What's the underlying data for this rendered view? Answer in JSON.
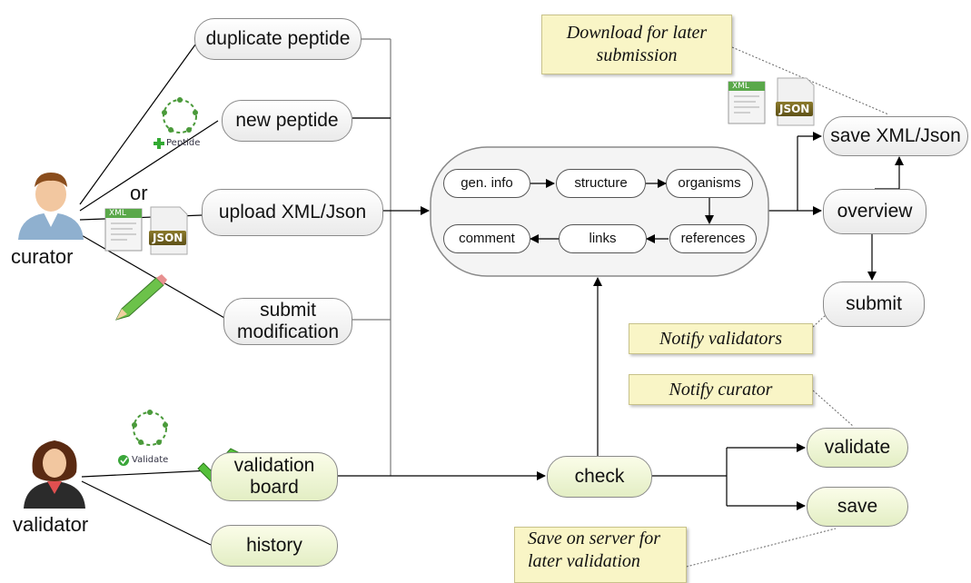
{
  "actors": {
    "curator": "curator",
    "validator": "validator",
    "or": "or"
  },
  "nodes": {
    "duplicate_peptide": "duplicate peptide",
    "new_peptide": "new peptide",
    "upload_xml_json": "upload XML/Json",
    "submit_modification_1": "submit",
    "submit_modification_2": "modification",
    "validation_board_1": "validation",
    "validation_board_2": "board",
    "history": "history",
    "check": "check",
    "overview": "overview",
    "save_xml_json": "save XML/Json",
    "submit": "submit",
    "validate": "validate",
    "save": "save"
  },
  "editor_steps": {
    "gen_info": "gen. info",
    "structure": "structure",
    "organisms": "organisms",
    "references": "references",
    "links": "links",
    "comment": "comment"
  },
  "notes": {
    "download_1": "Download for later",
    "download_2": "submission",
    "notify_validators": "Notify validators",
    "notify_curator": "Notify curator",
    "save_server_1": "Save on server for",
    "save_server_2": "later validation"
  },
  "icon_labels": {
    "peptide": "Peptide",
    "validate": "Validate",
    "xml": "XML",
    "json": "JSON"
  },
  "colors": {
    "note_fill": "#f9f5c6",
    "green_node_fill": "#e3eec4",
    "line": "#000000"
  }
}
